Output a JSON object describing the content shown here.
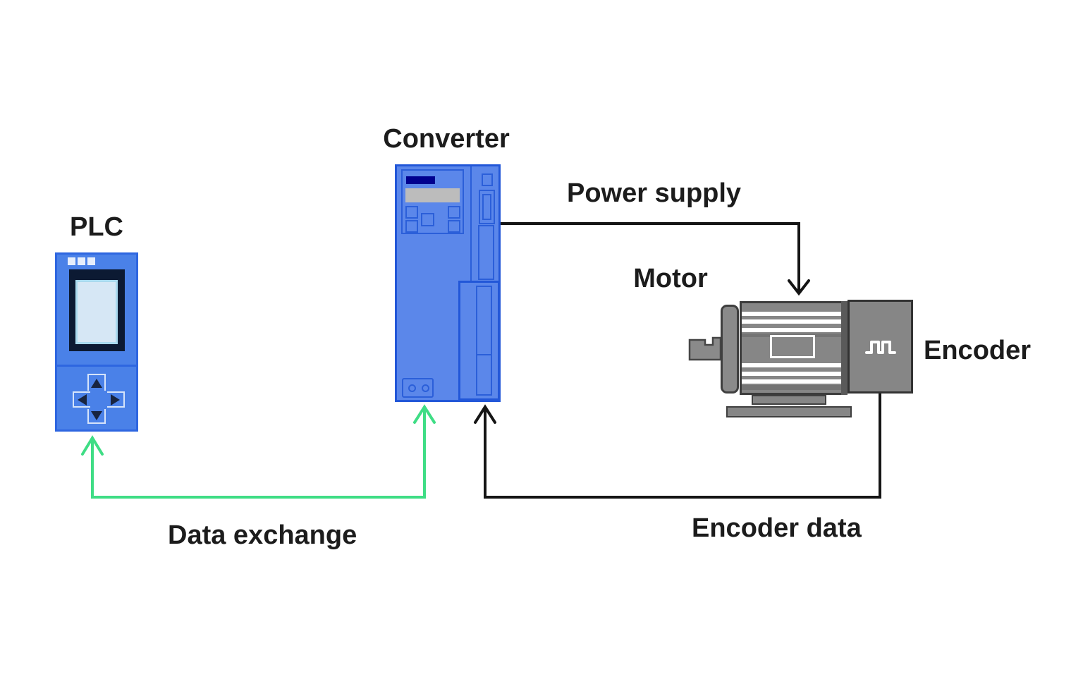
{
  "labels": {
    "plc": "PLC",
    "converter": "Converter",
    "power_supply": "Power supply",
    "motor": "Motor",
    "encoder": "Encoder",
    "data_exchange": "Data exchange",
    "encoder_data": "Encoder data"
  },
  "devices": [
    {
      "name": "PLC",
      "description": "blue controller with display screen and 4-way arrow keypad"
    },
    {
      "name": "Converter",
      "description": "blue drive unit with operator panel, buttons and slots"
    },
    {
      "name": "Motor",
      "description": "gray motor with cooling fins, nameplate, shaft and feet"
    },
    {
      "name": "Encoder",
      "description": "gray box mounted on motor with square-wave pulse icon"
    }
  ],
  "connections": [
    {
      "from": "Converter",
      "to": "Motor",
      "label": "Power supply",
      "color": "black",
      "arrows": "to"
    },
    {
      "from": "PLC",
      "to": "Converter",
      "label": "Data exchange",
      "color": "green",
      "arrows": "both"
    },
    {
      "from": "Encoder",
      "to": "Converter",
      "label": "Encoder data",
      "color": "black",
      "arrows": "to"
    }
  ],
  "icons": {
    "encoder_pulse": "square-wave-pulse-icon",
    "dpad": [
      "up-triangle-icon",
      "down-triangle-icon",
      "left-triangle-icon",
      "right-triangle-icon"
    ]
  },
  "colors": {
    "background": "#ffffff",
    "label_text": "#1c1c1c",
    "wire_black": "#151515",
    "wire_green": "#3fdd85",
    "plc_fill": "#4a81e8",
    "plc_border": "#2e66e0",
    "indicator": "#e6eefc",
    "bezel": "#0c1a33",
    "screen": "#d6e7f5",
    "screen_border": "#a9d9ee",
    "dpad_outline": "#d6e4fa",
    "dpad_tri": "#18243f",
    "conv_fill": "#5b87ea",
    "conv_border": "#2257d8",
    "conv_line": "#2b5fd9",
    "display_navy": "#00008f",
    "display_gray": "#bcbcbc",
    "motor_gray": "#868686",
    "motor_gray2": "#8a8a8a",
    "motor_border": "#3c3c3c",
    "motor_border2": "#3f3f3f",
    "motor_dark_band": "#747474",
    "junction": "#5a5a5a",
    "encoder_border": "#333333"
  }
}
